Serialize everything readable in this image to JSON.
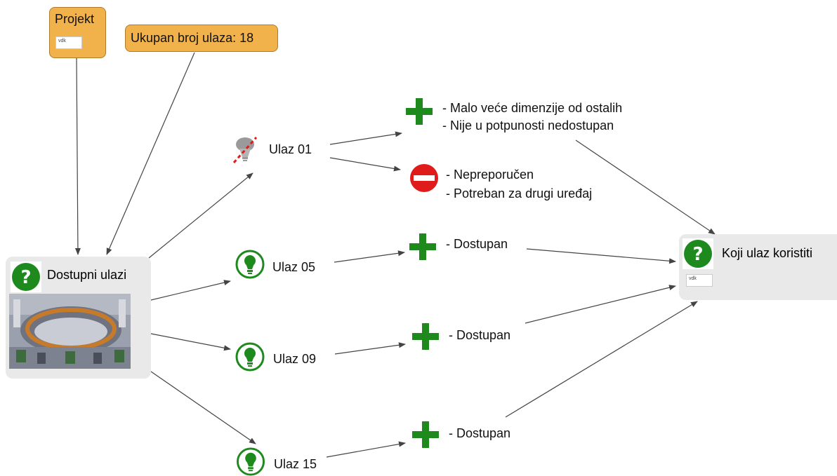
{
  "projekt_note": {
    "title": "Projekt",
    "tag": "vdk"
  },
  "count_note": {
    "text": "Ukupan broj ulaza: 18"
  },
  "source_node": {
    "title": "Dostupni ulazi",
    "icon": "question-icon",
    "image": "stadium-illustration"
  },
  "target_node": {
    "title": "Koji ulaz koristiti",
    "icon": "question-icon",
    "tag": "vdk"
  },
  "entrances": [
    {
      "label": "Ulaz 01",
      "icon": "crossed-bulb-icon"
    },
    {
      "label": "Ulaz 05",
      "icon": "lightbulb-icon"
    },
    {
      "label": "Ulaz 09",
      "icon": "lightbulb-icon"
    },
    {
      "label": "Ulaz 15",
      "icon": "lightbulb-icon"
    }
  ],
  "arguments": [
    {
      "kind": "pro",
      "icon": "plus-icon",
      "lines": [
        "- Malo veće dimenzije od ostalih",
        "- Nije u potpunosti nedostupan"
      ]
    },
    {
      "kind": "con",
      "icon": "no-entry-icon",
      "lines": [
        "- Nepreporučen",
        "- Potreban za drugi uređaj"
      ]
    },
    {
      "kind": "pro",
      "icon": "plus-icon",
      "lines": [
        "- Dostupan"
      ]
    },
    {
      "kind": "pro",
      "icon": "plus-icon",
      "lines": [
        "- Dostupan"
      ]
    },
    {
      "kind": "pro",
      "icon": "plus-icon",
      "lines": [
        "- Dostupan"
      ]
    }
  ],
  "colors": {
    "note": "#f2b24b",
    "pro": "#1e8a1e",
    "con": "#e01b1b",
    "node_bg": "#e9e9e9",
    "edge": "#444444"
  }
}
